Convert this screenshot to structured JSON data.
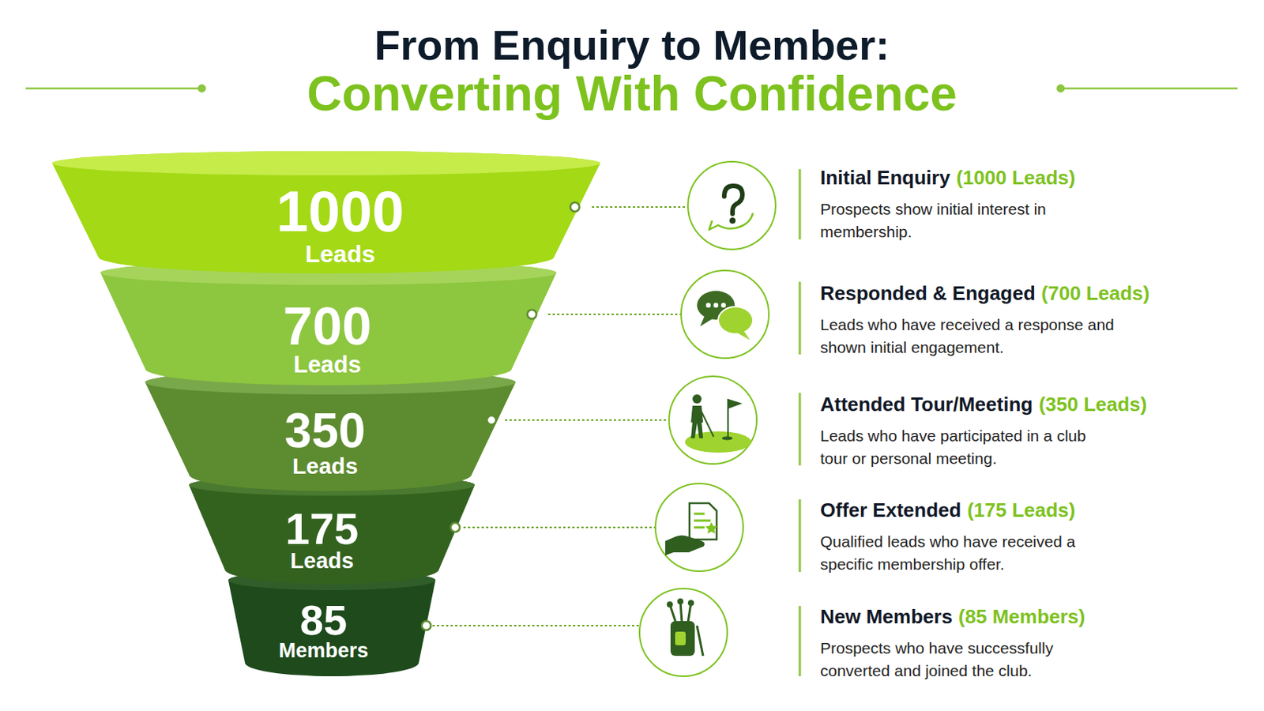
{
  "diagram": {
    "title": "From Enquiry to Member:",
    "nodes": [
      {
        "text": [
          "1000",
          "Leads"
        ]
      },
      {
        "text": [
          "700",
          "Leads"
        ]
      },
      {
        "text": [
          "350",
          "Leads"
        ]
      },
      {
        "text": [
          "175",
          "Leads"
        ]
      },
      {
        "text": [
          "85",
          "Members"
        ]
      }
    ],
    "labels": [
      "Converting With Confidence",
      "Initial Enquiry",
      "(1000 Leads)",
      "Prospects show initial interest in membership.",
      "Responded & Engaged",
      "(700 Leads)",
      "Leads who have received a response and shown initial engagement.",
      "Attended Tour/Meeting",
      "(350 Leads)",
      "Leads who have participated in a club tour or personal meeting.",
      "Offer Extended",
      "(175 Leads)",
      "Qualified leads who have received a specific membership offer.",
      "New Members",
      "(85 Members)",
      "Prospects who have successfully converted and joined the club."
    ]
  }
}
